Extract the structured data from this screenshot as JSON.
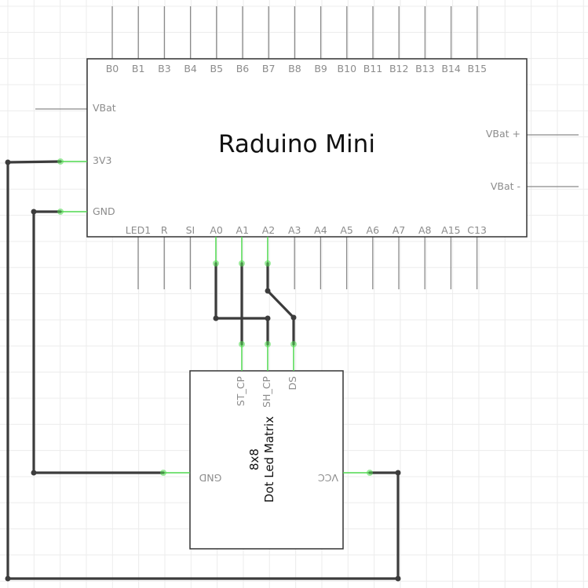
{
  "diagram": {
    "type": "breadboard-schematic",
    "parts": {
      "mcu": {
        "title": "Raduino Mini",
        "top_pins": [
          "B0",
          "B1",
          "B3",
          "B4",
          "B5",
          "B6",
          "B7",
          "B8",
          "B9",
          "B10",
          "B11",
          "B12",
          "B13",
          "B14",
          "B15"
        ],
        "bottom_pins": [
          "LED1",
          "R",
          "SI",
          "A0",
          "A1",
          "A2",
          "A3",
          "A4",
          "A5",
          "A6",
          "A7",
          "A8",
          "A15",
          "C13"
        ],
        "left_pins": [
          "VBat",
          "3V3",
          "GND"
        ],
        "right_pins": [
          "VBat +",
          "VBat -"
        ]
      },
      "matrix": {
        "title_line1": "8x8",
        "title_line2": "Dot Led Matrix",
        "top_pins": [
          "ST_CP",
          "SH_CP",
          "DS"
        ],
        "left_pins": [
          "GND"
        ],
        "right_pins": [
          "VCC"
        ]
      }
    },
    "connections": [
      {
        "from": "Raduino Mini.A0",
        "to": "8x8 Dot Led Matrix.SH_CP"
      },
      {
        "from": "Raduino Mini.A1",
        "to": "8x8 Dot Led Matrix.ST_CP"
      },
      {
        "from": "Raduino Mini.A2",
        "to": "8x8 Dot Led Matrix.DS"
      },
      {
        "from": "Raduino Mini.3V3",
        "to": "8x8 Dot Led Matrix.VCC"
      },
      {
        "from": "Raduino Mini.GND",
        "to": "8x8 Dot Led Matrix.GND"
      }
    ],
    "colors": {
      "wire": "#3c3c3c",
      "connected_pin": "#4fd84f",
      "pin": "#8a8a8a",
      "grid": "#ececec"
    }
  }
}
